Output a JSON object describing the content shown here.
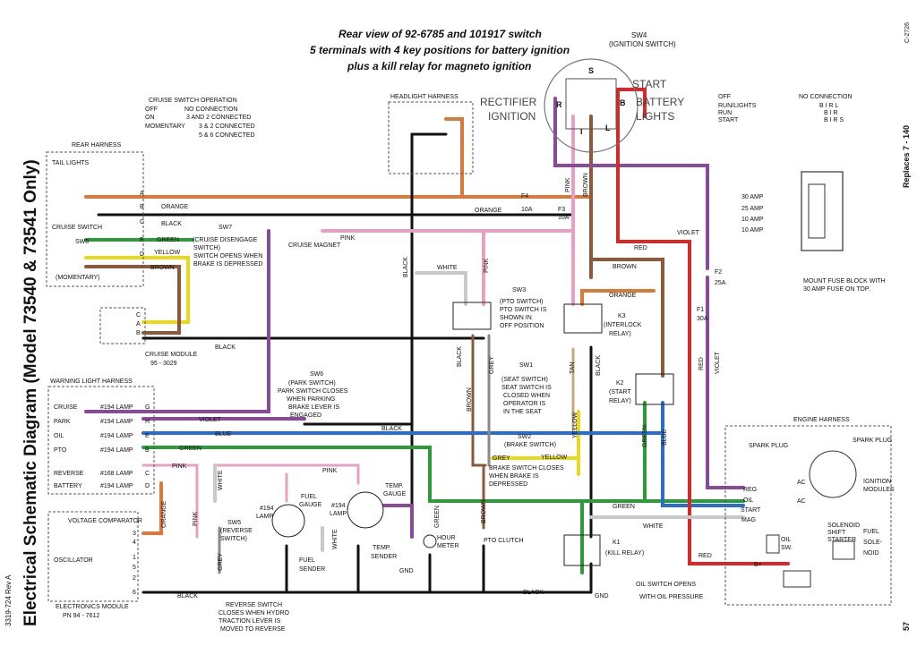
{
  "title": "Electrical Schematic Diagram (Model 73540 & 73541 Only)",
  "doc_number": "3319-724 Rev A",
  "page_number": "57",
  "replaces": "Replaces 7 - 140",
  "figure_code": "C-2726",
  "note_lines": [
    "Rear view of 92-6785 and 101917 switch",
    "5 terminals with 4 key positions for battery ignition",
    "plus a kill relay for magneto ignition"
  ],
  "ignition_switch": {
    "label": "SW4",
    "sublabel": "(IGNITION SWITCH)",
    "start": "START",
    "rectifier": "RECTIFIER",
    "ignition": "IGNITION",
    "battery": "BATTERY",
    "lights": "LIGHTS",
    "terminals": [
      "S",
      "R",
      "B",
      "I",
      "L"
    ]
  },
  "switch_table": {
    "rows": [
      {
        "pos": "OFF",
        "conn": "NO CONNECTION"
      },
      {
        "pos": "RUN/LIGHTS",
        "conn": "B I R L"
      },
      {
        "pos": "RUN",
        "conn": "B I R"
      },
      {
        "pos": "START",
        "conn": "B I R S"
      }
    ]
  },
  "fuse_block": {
    "ratings": [
      "30 AMP",
      "25 AMP",
      "10 AMP",
      "10 AMP"
    ],
    "note": [
      "MOUNT FUSE BLOCK WITH",
      "30 AMP FUSE ON TOP."
    ]
  },
  "fuses": {
    "f4": "F4",
    "f4_rating": "10A",
    "f3": "F3",
    "f3_rating": "10A",
    "f2": "F2",
    "f2_rating": "25A",
    "f1": "F1",
    "f1_rating": "30A"
  },
  "cruise_operation": {
    "title": "CRUISE SWITCH OPERATION",
    "rows": [
      {
        "pos": "OFF",
        "conn": "NO CONNECTION"
      },
      {
        "pos": "ON",
        "conn": "3 AND 2 CONNECTED"
      },
      {
        "pos": "MOMENTARY",
        "conn": "3 & 2 CONNECTED"
      },
      {
        "pos": "",
        "conn": "5 & 6 CONNECTED"
      }
    ]
  },
  "headlight_harness": "HEADLIGHT HARNESS",
  "rear_harness": {
    "title": "REAR HARNESS",
    "tail_lights": "TAIL LIGHTS",
    "cruise_switch": "CRUISE SWITCH",
    "sw8": "SW8",
    "momentary": "(MOMENTARY)",
    "pins": [
      "A",
      "B",
      "C",
      "E",
      "D"
    ]
  },
  "cruise_module": {
    "label": "CRUISE MODULE",
    "part": "95 - 3029",
    "pins": [
      "C",
      "A",
      "B"
    ]
  },
  "sw7": {
    "label": "SW7",
    "lines": [
      "(CRUISE DISENGAGE",
      "SWITCH)",
      "SWITCH OPENS WHEN",
      "BRAKE IS DEPRESSED"
    ]
  },
  "cruise_magnet": "CRUISE MAGNET",
  "warning_harness": {
    "title": "WARNING LIGHT HARNESS",
    "lamps": [
      {
        "name": "CRUISE",
        "lamp": "#194 LAMP",
        "pin": "G"
      },
      {
        "name": "PARK",
        "lamp": "#194 LAMP",
        "pin": "H"
      },
      {
        "name": "OIL",
        "lamp": "#194 LAMP",
        "pin": "E"
      },
      {
        "name": "PTO",
        "lamp": "#194 LAMP",
        "pin": "B"
      },
      {
        "name": "REVERSE",
        "lamp": "#168 LAMP",
        "pin": "C"
      },
      {
        "name": "BATTERY",
        "lamp": "#194 LAMP",
        "pin": "D"
      }
    ]
  },
  "electronics_module": {
    "label": "ELECTRONICS MODULE",
    "part": "PN 94 - 7612",
    "voltage_comparator": "VOLTAGE COMPARATOR",
    "oscillator": "OSCILLATOR",
    "pins": [
      "3",
      "4",
      "1",
      "5",
      "2",
      "6"
    ]
  },
  "sw6": {
    "label": "SW6",
    "lines": [
      "(PARK SWITCH)",
      "PARK SWITCH CLOSES",
      "WHEN PARKING",
      "BRAKE LEVER IS",
      "ENGAGED"
    ]
  },
  "sw3": {
    "label": "SW3",
    "lines": [
      "(PTO SWITCH)",
      "PTO SWITCH IS",
      "SHOWN IN",
      "OFF POSITION"
    ]
  },
  "sw1": {
    "label": "SW1",
    "lines": [
      "(SEAT SWITCH)",
      "SEAT SWITCH IS",
      "CLOSED WHEN",
      "OPERATOR IS",
      "IN THE SEAT"
    ]
  },
  "sw2": {
    "label": "SW2",
    "lines": [
      "(BRAKE SWITCH)",
      "BRAKE SWITCH CLOSES",
      "WHEN BRAKE IS",
      "DEPRESSED"
    ]
  },
  "sw5": {
    "label": "SW5",
    "lines": [
      "(REVERSE",
      "SWITCH)"
    ]
  },
  "reverse_note": [
    "REVERSE SWITCH",
    "CLOSES WHEN HYDRO",
    "TRACTION LEVER IS",
    "MOVED TO REVERSE"
  ],
  "k3": {
    "label": "K3",
    "lines": [
      "(INTERLOCK",
      "RELAY)"
    ]
  },
  "k2": {
    "label": "K2",
    "lines": [
      "(START",
      "RELAY)"
    ]
  },
  "k1": {
    "label": "K1",
    "lines": [
      "(KILL RELAY)"
    ]
  },
  "gauges": {
    "fuel_gauge": [
      "FUEL",
      "GAUGE"
    ],
    "temp_gauge": [
      "TEMP.",
      "GAUGE"
    ],
    "lamp": [
      "#194",
      "LAMP"
    ],
    "lamp2": [
      "#194",
      "LAMP"
    ],
    "fuel_sender": [
      "FUEL",
      "SENDER"
    ],
    "temp_sender": [
      "TEMP.",
      "SENDER"
    ],
    "hour_meter": [
      "HOUR",
      "METER"
    ],
    "pto_clutch": "PTO CLUTCH",
    "gnd": "GND",
    "gnd2": "GND"
  },
  "engine_harness": {
    "title": "ENGINE HARNESS",
    "spark_plug_1": "SPARK PLUG",
    "spark_plug_2": "SPARK PLUG",
    "ignition_modules": [
      "IGNITION",
      "MODULES"
    ],
    "pins": [
      "REG",
      "OIL",
      "START",
      "MAG"
    ],
    "ac": "AC",
    "ac2": "AC",
    "oil_sw": [
      "OIL",
      "SW."
    ],
    "solenoid": [
      "SOLENOID",
      "SHIFT",
      "STARTER"
    ],
    "fuel_solenoid": [
      "FUEL",
      "SOLE-",
      "NOID"
    ],
    "oil_note": [
      "OIL SWITCH OPENS",
      "WITH OIL PRESSURE"
    ],
    "b_plus": "B+"
  },
  "wire_labels": {
    "orange": "ORANGE",
    "orange2": "ORANGE",
    "orange3": "ORANGE",
    "orange4": "ORANGE",
    "black": "BLACK",
    "black2": "BLACK",
    "black3": "BLACK",
    "black4": "BLACK",
    "black5": "BLACK",
    "black6": "BLACK",
    "black7": "BLACK",
    "black8": "BLACK",
    "green": "GREEN",
    "green2": "GREEN",
    "green3": "GREEN",
    "green4": "GREEN",
    "green5": "GREEN",
    "yellow": "YELLOW",
    "yellow2": "YELLOW",
    "yellow3": "YELLOW",
    "brown": "BROWN",
    "brown2": "BROWN",
    "brown3": "BROWN",
    "brown4": "BROWN",
    "brown5": "BROWN",
    "pink": "PINK",
    "pink2": "PINK",
    "pink3": "PINK",
    "pink4": "PINK",
    "pink5": "PINK",
    "pink6": "PINK",
    "violet": "VIOLET",
    "violet2": "VIOLET",
    "violet3": "VIOLET",
    "blue": "BLUE",
    "blue2": "BLUE",
    "white": "WHITE",
    "white2": "WHITE",
    "white3": "WHITE",
    "white4": "WHITE",
    "red": "RED",
    "red2": "RED",
    "red3": "RED",
    "grey": "GREY",
    "grey2": "GREY",
    "grey3": "GREY",
    "tan": "TAN"
  },
  "colors": {
    "orange": "#d97a3a",
    "black": "#111111",
    "green": "#2e9b3a",
    "yellow": "#e8d820",
    "brown": "#8a5a3a",
    "pink": "#e8a0c0",
    "violet": "#8a4a9a",
    "blue": "#2a6ec8",
    "red": "#d42a2a",
    "white": "#cfcfcf",
    "grey": "#8a8a8a",
    "tan": "#c8a878"
  }
}
